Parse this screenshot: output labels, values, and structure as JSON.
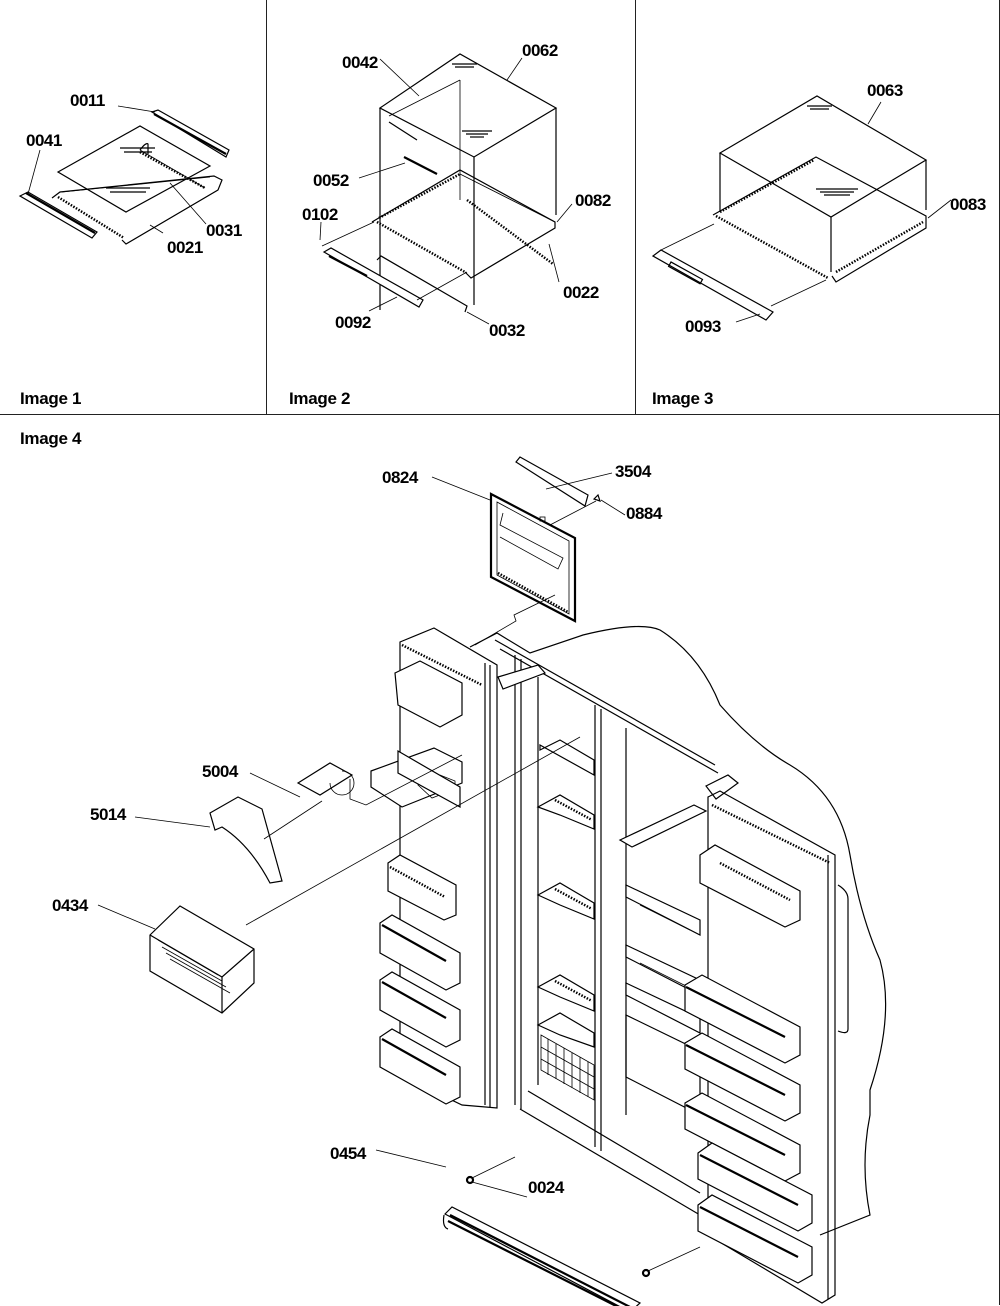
{
  "panels": [
    {
      "caption": "Image 1",
      "parts": [
        "0011",
        "0041",
        "0031",
        "0021"
      ]
    },
    {
      "caption": "Image 2",
      "parts": [
        "0042",
        "0062",
        "0052",
        "0082",
        "0102",
        "0022",
        "0092",
        "0032"
      ]
    },
    {
      "caption": "Image 3",
      "parts": [
        "0063",
        "0083",
        "0093"
      ]
    },
    {
      "caption": "Image 4",
      "parts": [
        "0824",
        "3504",
        "0884",
        "5004",
        "5014",
        "0434",
        "0454",
        "0024"
      ]
    }
  ]
}
